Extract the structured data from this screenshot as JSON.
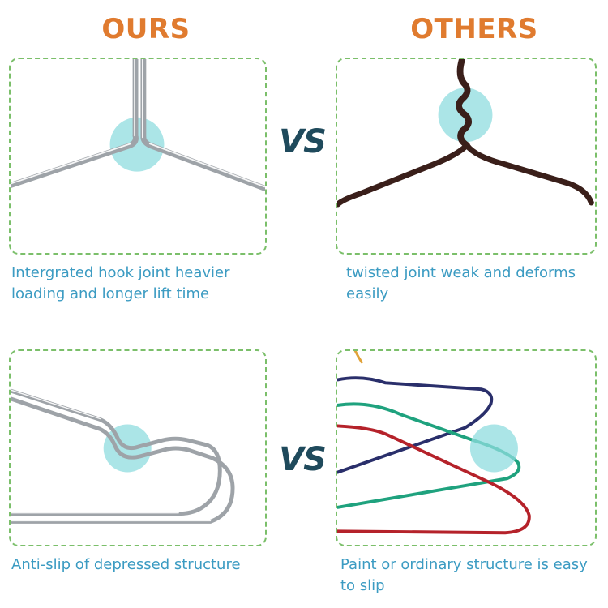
{
  "headers": {
    "ours": "OURS",
    "others": "OTHERS"
  },
  "vs_label": "VS",
  "captions": {
    "top_left": "Intergrated hook joint heavier loading and longer lift time",
    "top_right": "twisted joint weak and deforms easily",
    "bottom_left": "Anti-slip of depressed structure",
    "bottom_right": "Paint or ordinary structure is easy to slip"
  },
  "colors": {
    "heading": "#e07b2f",
    "vs": "#1f4a5c",
    "caption": "#3b9bc2",
    "panel_border": "#7bbf6a",
    "highlight": "#8fdcdf",
    "chrome_wire": "#9ea3a8",
    "twisted_wire": "#3a1f1a",
    "wire_navy": "#2a2f6b",
    "wire_green": "#1fa27e",
    "wire_red": "#b5222a",
    "wire_orange": "#e0a23a"
  },
  "images": {
    "top_left": "chrome-hanger-integrated-joint",
    "top_right": "brown-hanger-twisted-joint",
    "bottom_left": "chrome-hanger-depressed-notch",
    "bottom_right": "colored-painted-hangers-stack"
  }
}
